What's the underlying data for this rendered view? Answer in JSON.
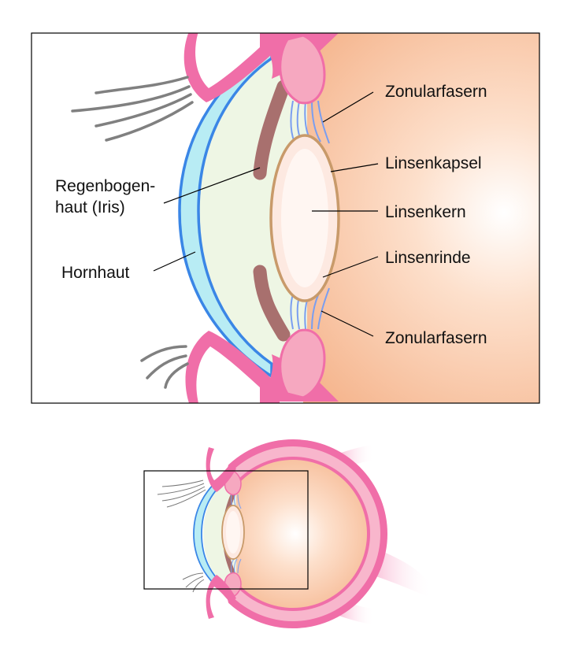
{
  "labels": {
    "zonula_top": "Zonularfasern",
    "kapsel": "Linsenkapsel",
    "kern": "Linsenkern",
    "rinde": "Linsenrinde",
    "zonula_bottom": "Zonularfasern",
    "iris_line1": "Regenbogen-",
    "iris_line2": "haut (Iris)",
    "hornhaut": "Hornhaut"
  },
  "colors": {
    "cornea": "#b8ecf4",
    "cornea_edge": "#3a86e6",
    "aqueous": "#eef6e4",
    "iris": "#a8706e",
    "sclera_pink": "#f06ea8",
    "ciliary": "#f6a8c0",
    "lens_fill": "#fde9e1",
    "lens_edge": "#c89a6a",
    "vitreous": "#f7c09c",
    "zonule": "#7a9ef0",
    "lashes": "#808080"
  }
}
